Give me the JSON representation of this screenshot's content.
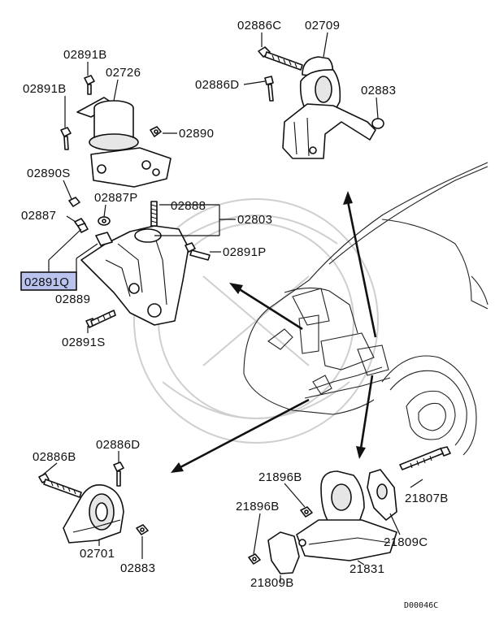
{
  "labels": {
    "l02886C": "02886C",
    "l02709": "02709",
    "l02886D_top": "02886D",
    "l02883_top": "02883",
    "l02891B_a": "02891B",
    "l02726": "02726",
    "l02891B_b": "02891B",
    "l02890": "02890",
    "l02890S": "02890S",
    "l02887P": "02887P",
    "l02888": "02888",
    "l02887": "02887",
    "l02803": "02803",
    "l02891P": "02891P",
    "l02891Q": "02891Q",
    "l02889": "02889",
    "l02891S": "02891S",
    "l02886B": "02886B",
    "l02886D_bot": "02886D",
    "l02701": "02701",
    "l02883_bot": "02883",
    "l21896B_a": "21896B",
    "l21896B_b": "21896B",
    "l21807B": "21807B",
    "l21809C": "21809C",
    "l21809B": "21809B",
    "l21831": "21831"
  },
  "drawing_code": "D00046C",
  "colors": {
    "highlight": "#b9c3ee",
    "line": "#111111"
  }
}
